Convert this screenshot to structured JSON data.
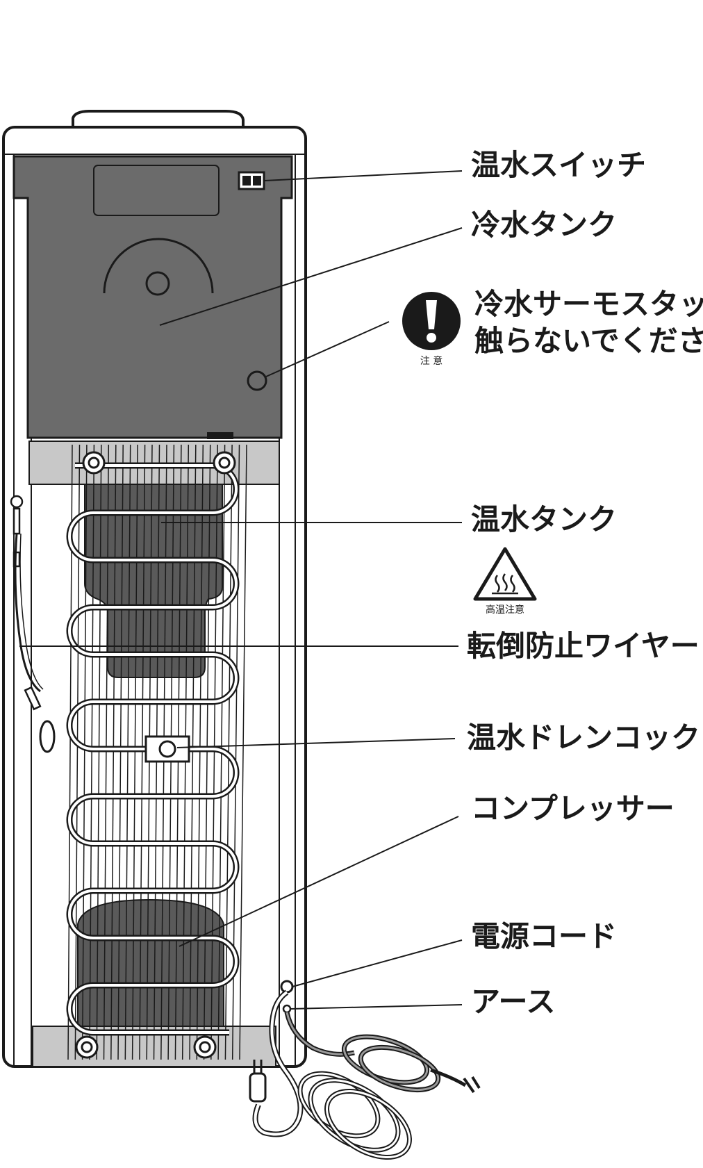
{
  "labels": {
    "hot_switch": "温水スイッチ",
    "cold_tank": "冷水タンク",
    "thermostat_line1": "冷水サーモスタット",
    "thermostat_line2": "触らないでください",
    "hot_tank": "温水タンク",
    "anti_tip_wire": "転倒防止ワイヤー",
    "drain_cock": "温水ドレンコック",
    "compressor": "コンプレッサー",
    "power_cord": "電源コード",
    "ground": "アース"
  },
  "icons": {
    "caution_text": "注 意",
    "hot_warning_text": "高温注意"
  },
  "colors": {
    "line": "#1a1a1a",
    "dark_panel": "#6b6b6b",
    "dark_block": "#5a5a5a",
    "light_bar": "#c8c8c8",
    "body_fill": "#ffffff"
  }
}
